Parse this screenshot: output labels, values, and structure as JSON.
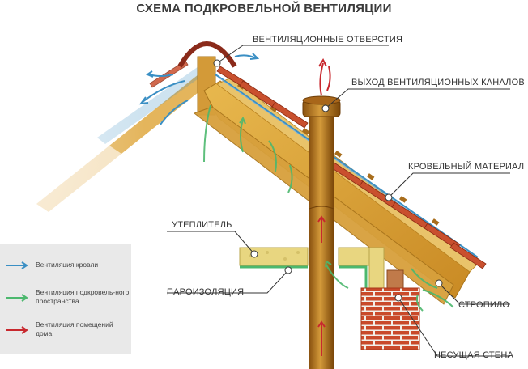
{
  "title": "СХЕМА ПОДКРОВЕЛЬНОЙ ВЕНТИЛЯЦИИ",
  "labels": {
    "vent_openings": "ВЕНТИЛЯЦИОННЫЕ ОТВЕРСТИЯ",
    "vent_outlet": "ВЫХОД ВЕНТИЛЯЦИОННЫХ КАНАЛОВ",
    "roofing_material": "КРОВЕЛЬНЫЙ МАТЕРИАЛ",
    "insulation": "УТЕПЛИТЕЛЬ",
    "vapor_barrier": "ПАРОИЗОЛЯЦИЯ",
    "rafter": "СТРОПИЛО",
    "bearing_wall": "НЕСУЩАЯ СТЕНА"
  },
  "legend": [
    {
      "text": "Вентиляция кровли",
      "color": "#3a8fc4",
      "icon": "blue-arrow-icon"
    },
    {
      "text": "Вентиляция подкровель-ного пространства",
      "color": "#4cb86e",
      "icon": "green-arrow-icon"
    },
    {
      "text": "Вентиляция помещений дома",
      "color": "#c8282e",
      "icon": "red-arrow-icon"
    }
  ],
  "colors": {
    "rafter": "#d9a033",
    "tile": "#c9502e",
    "pipe": "#b8741c",
    "brick": "#c94a2a",
    "insulation": "#e8d680",
    "ridge_cap": "#8a2a1a"
  }
}
